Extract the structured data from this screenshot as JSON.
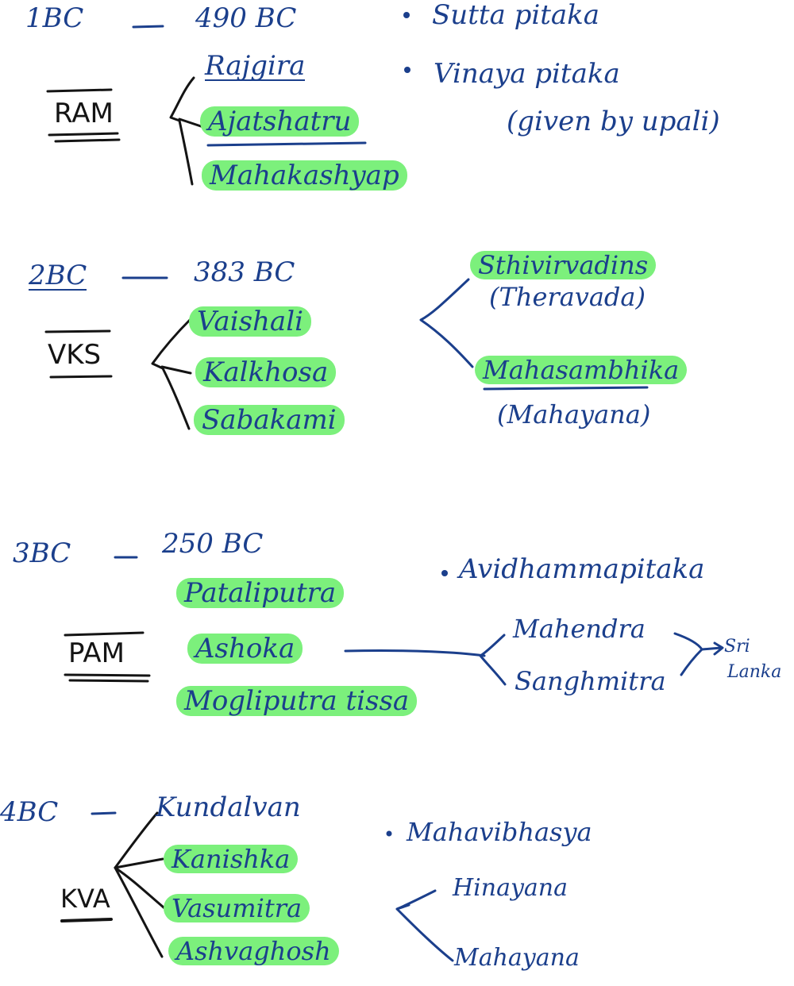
{
  "councils": [
    {
      "number": "1BC",
      "year": "490 BC",
      "abbr": "RAM",
      "places": [
        "Rajgira",
        "Ajatshatru",
        "Mahakashyap"
      ],
      "notes": [
        "Sutta pitaka",
        "Vinaya pitaka",
        "(given by upali)"
      ]
    },
    {
      "number": "2BC",
      "year": "383 BC",
      "abbr": "VKS",
      "places": [
        "Vaishali",
        "Kalkhosa",
        "Sabakami"
      ],
      "branches": [
        "Sthivirvadins",
        "(Theravada)",
        "Mahasambhika",
        "(Mahayana)"
      ]
    },
    {
      "number": "3BC",
      "year": "250 BC",
      "abbr": "PAM",
      "places": [
        "Pataliputra",
        "Ashoka",
        "Mogliputra tissa"
      ],
      "notes": [
        "Avidhammapitaka"
      ],
      "missionaries": [
        "Mahendra",
        "Sanghmitra"
      ],
      "destination": [
        "Sri",
        "Lanka"
      ]
    },
    {
      "number": "4BC",
      "abbr": "KVA",
      "places": [
        "Kundalvan",
        "Kanishka",
        "Vasumitra",
        "Ashvaghosh"
      ],
      "notes": [
        "Mahavibhasya"
      ],
      "branches": [
        "Hinayana",
        "Mahayana"
      ]
    }
  ],
  "colors": {
    "ink_blue": "#1b3f8c",
    "ink_black": "#141414",
    "highlight": "#7cf07c"
  }
}
